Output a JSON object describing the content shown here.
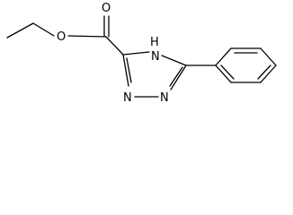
{
  "structure": {
    "atoms": {
      "carbonyl_oxygen": "O",
      "ester_oxygen": "O",
      "ring_nh": "H",
      "ring_n4": "N",
      "ring_n1": "N",
      "ring_n2": "N"
    }
  }
}
